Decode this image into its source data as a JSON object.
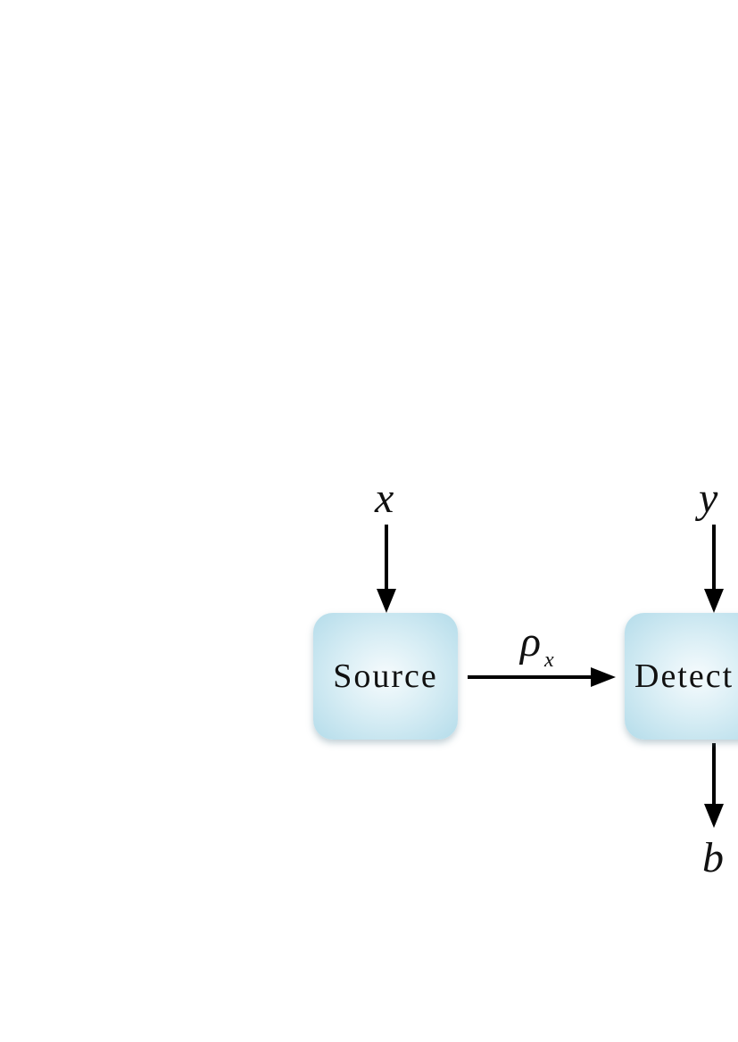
{
  "diagram": {
    "source_label": "Source",
    "detector_label": "Detect",
    "input_x": "x",
    "input_y": "y",
    "output_b": "b",
    "state_symbol": "ρ",
    "state_subscript": "x",
    "box_fill_center": "#f6fbfd",
    "box_fill_edge": "#b4dcea",
    "arrow_color": "#000000"
  }
}
